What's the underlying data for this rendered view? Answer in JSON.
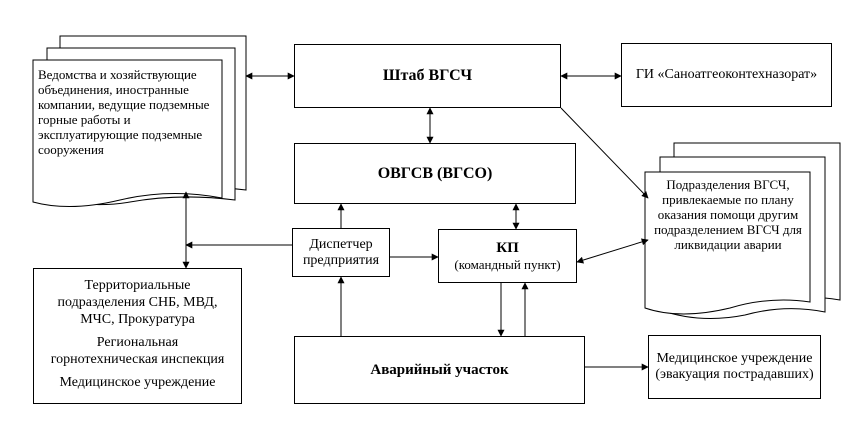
{
  "nodes": {
    "shtab": "Штаб ВГСЧ",
    "gi": "ГИ «Саноатгеоконтехназорат»",
    "vedomstva": "Ведомства и хозяйствующие объединения, иностранные компании, ведущие подземные горные работы и эксплуатирующие подземные сооружения",
    "ovgsv": "ОВГСВ (ВГСО)",
    "podrazdeleniya": "Подразделения ВГСЧ, привлекаемые по плану оказания помощи другим подразделением ВГСЧ для ликвидации аварии",
    "dispetcher": "Диспетчер предприятия",
    "kp_title": "КП",
    "kp_subtitle": "(командный пункт)",
    "territorial": "Территориальные подразделения СНБ, МВД, МЧС, Прокуратура",
    "regional": "Региональная горнотехническая инспекция",
    "medical_inst": "Медицинское учреждение",
    "avariyny": "Аварийный участок",
    "medical_evac": "Медицинское учреждение (эвакуация пострадавших)"
  }
}
